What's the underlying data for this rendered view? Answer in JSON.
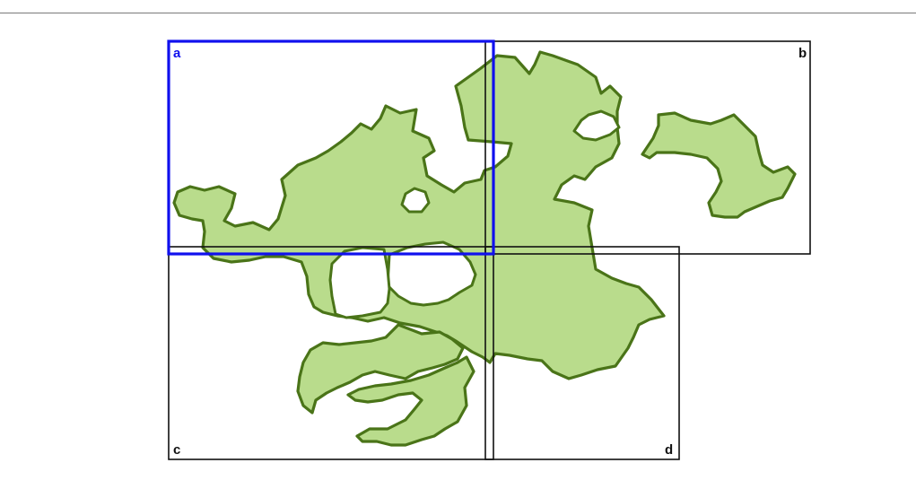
{
  "map": {
    "sheets": [
      {
        "id": "b",
        "label": "b",
        "selected": false
      },
      {
        "id": "c",
        "label": "c",
        "selected": false
      },
      {
        "id": "d",
        "label": "d",
        "selected": false
      },
      {
        "id": "a",
        "label": "a",
        "selected": true
      }
    ],
    "colors": {
      "land_fill": "#b9dc8c",
      "land_outline": "#4a7418",
      "sheet_outline": "#111111",
      "selected_sheet": "#1010ee",
      "background": "#ffffff"
    }
  }
}
